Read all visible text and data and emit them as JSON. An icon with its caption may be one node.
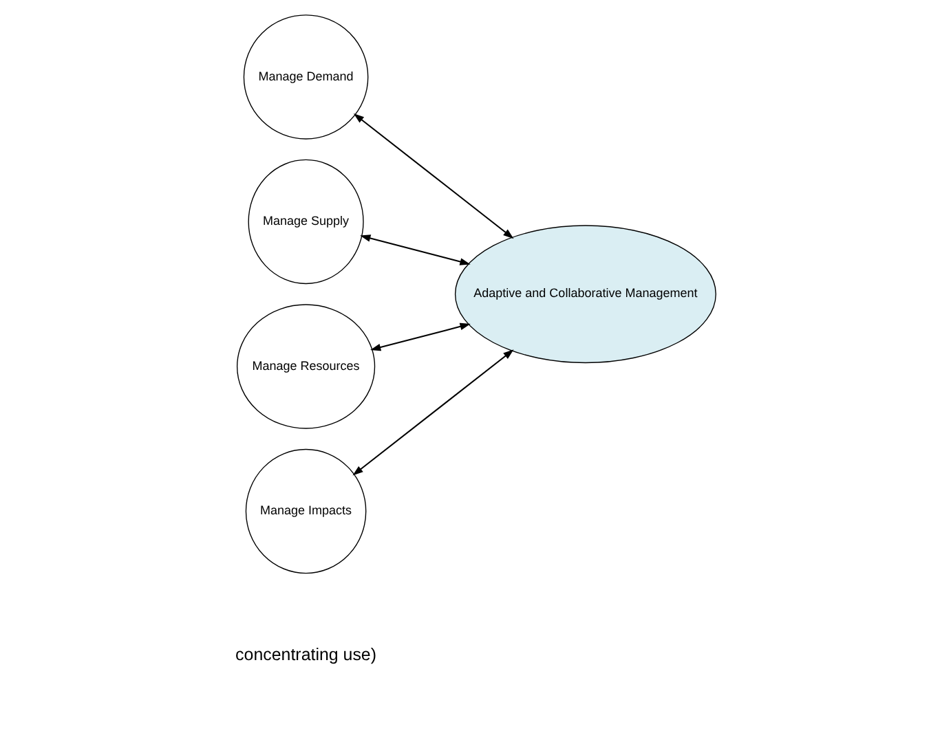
{
  "diagram": {
    "nodes": [
      {
        "text": [
          "Manage Demand"
        ]
      },
      {
        "text": [
          "Manage Supply"
        ]
      },
      {
        "text": [
          "Adaptive and Collaborative Management"
        ]
      },
      {
        "text": [
          "Manage Resources"
        ]
      },
      {
        "text": [
          "Manage Impacts"
        ]
      }
    ],
    "edges": [
      {
        "from": 0,
        "to": 2,
        "arrow": "both"
      },
      {
        "from": 1,
        "to": 2,
        "arrow": "both"
      },
      {
        "from": 3,
        "to": 2,
        "arrow": "both"
      },
      {
        "from": 4,
        "to": 2,
        "arrow": "both"
      }
    ],
    "labels": [
      "concentrating use)"
    ]
  }
}
